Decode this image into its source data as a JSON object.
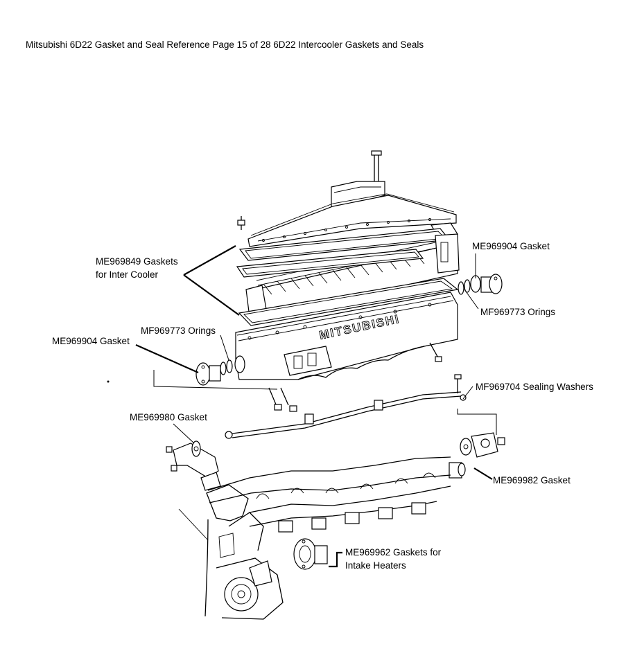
{
  "title": "Mitsubishi 6D22 Gasket and Seal Reference Page 15 of 28 6D22 Intercooler Gaskets and Seals",
  "diagram": {
    "brand_text": "MITSUBISHI",
    "callouts": {
      "gaskets_inter_cooler": {
        "line1": "ME969849 Gaskets",
        "line2": "for Inter Cooler"
      },
      "gasket_right_top": "ME969904 Gasket",
      "orings_right": "MF969773 Orings",
      "orings_left": "MF969773 Orings",
      "gasket_left": "ME969904 Gasket",
      "sealing_washers": "MF969704 Sealing Washers",
      "gasket_980": "ME969980 Gasket",
      "gasket_982": "ME969982 Gasket",
      "gaskets_intake_heaters": {
        "line1": "ME969962 Gaskets for",
        "line2": "Intake Heaters"
      }
    }
  }
}
